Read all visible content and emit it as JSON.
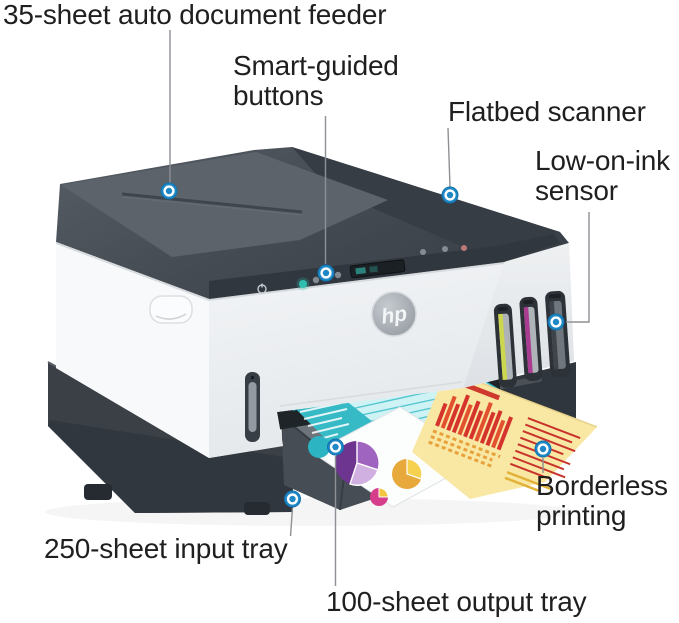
{
  "meta": {
    "background": "#ffffff"
  },
  "style": {
    "marker_fill": "#1e88c7",
    "marker_ring": "#ffffff",
    "callout_line_color": "#8d9094",
    "label_color": "#1f1f1f",
    "ink_colors": {
      "yellow": "#cdd64f",
      "magenta": "#a93c90",
      "black": "#3f444b"
    },
    "accent_teal_sheet": "#35bac6",
    "accent_yellow_sheet": "#f9e7a4"
  },
  "printer": {
    "logo_text": "hp"
  },
  "callouts": {
    "adf": {
      "label": "35-sheet auto document feeder"
    },
    "smart_buttons": {
      "line1": "Smart-guided",
      "line2": "buttons"
    },
    "flatbed": {
      "label": "Flatbed scanner"
    },
    "low_ink": {
      "line1": "Low-on-ink",
      "line2": "sensor"
    },
    "borderless": {
      "line1": "Borderless",
      "line2": "printing"
    },
    "input_tray": {
      "label": "250-sheet input tray"
    },
    "output_tray": {
      "label": "100-sheet output tray"
    }
  }
}
